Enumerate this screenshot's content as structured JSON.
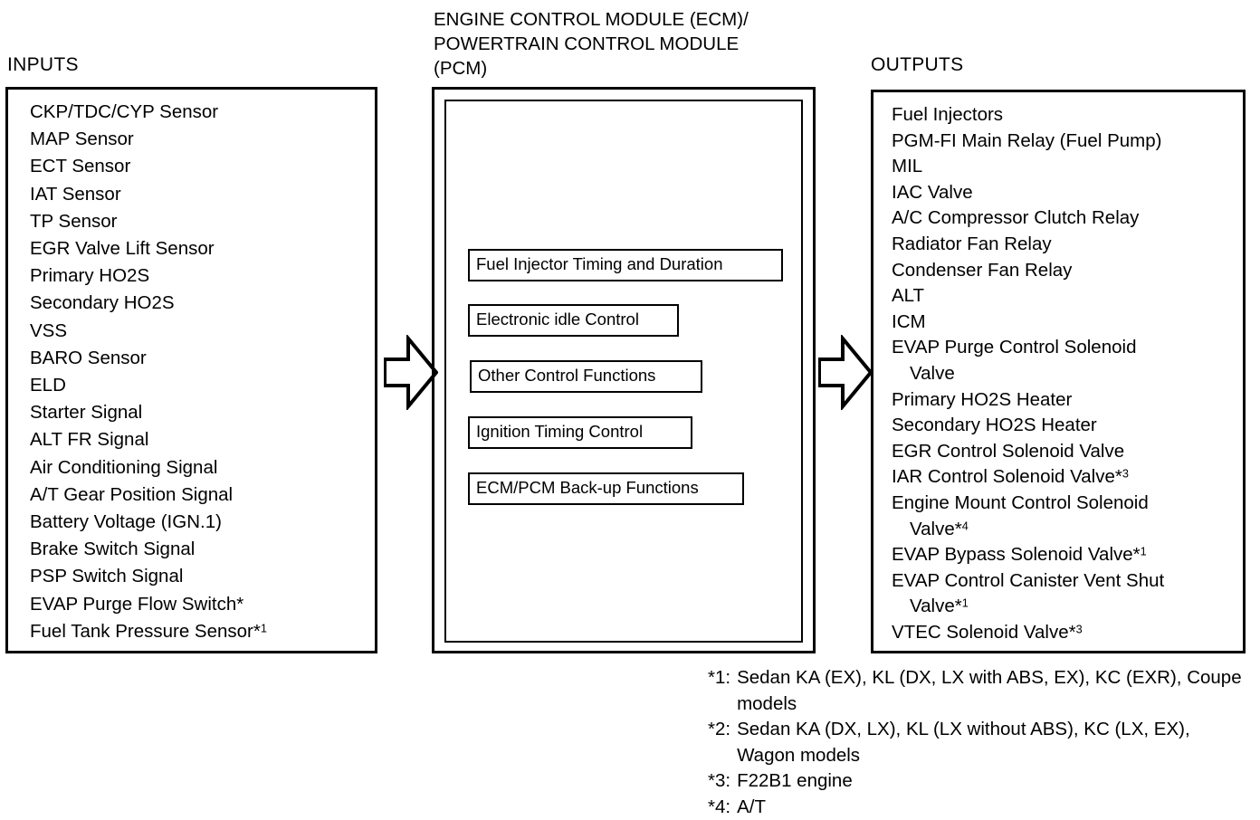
{
  "inputs": {
    "label": "INPUTS",
    "items": [
      "CKP/TDC/CYP Sensor",
      "MAP Sensor",
      "ECT Sensor",
      "IAT Sensor",
      "TP Sensor",
      "EGR Valve Lift Sensor",
      "Primary HO2S",
      "Secondary HO2S",
      "VSS",
      "BARO Sensor",
      "ELD",
      "Starter Signal",
      "ALT FR Signal",
      "Air Conditioning Signal",
      "A/T Gear Position Signal",
      "Battery Voltage (IGN.1)",
      "Brake Switch Signal",
      "PSP Switch Signal",
      "EVAP Purge Flow Switch*",
      "Fuel Tank Pressure Sensor*¹"
    ]
  },
  "ecm": {
    "title_line1": "ENGINE CONTROL MODULE (ECM)/",
    "title_line2": "POWERTRAIN CONTROL MODULE",
    "title_line3": "(PCM)",
    "functions": [
      "Fuel Injector Timing and Duration",
      "Electronic idle Control",
      "Other Control Functions",
      "Ignition Timing Control",
      "ECM/PCM Back-up Functions"
    ]
  },
  "outputs": {
    "label": "OUTPUTS",
    "items": [
      {
        "text": "Fuel Injectors",
        "continuation": false
      },
      {
        "text": "PGM-FI Main Relay (Fuel Pump)",
        "continuation": false
      },
      {
        "text": "MIL",
        "continuation": false
      },
      {
        "text": "IAC Valve",
        "continuation": false
      },
      {
        "text": "A/C Compressor Clutch Relay",
        "continuation": false
      },
      {
        "text": "Radiator Fan Relay",
        "continuation": false
      },
      {
        "text": "Condenser Fan Relay",
        "continuation": false
      },
      {
        "text": "ALT",
        "continuation": false
      },
      {
        "text": "ICM",
        "continuation": false
      },
      {
        "text": "EVAP Purge Control Solenoid",
        "continuation": false
      },
      {
        "text": "Valve",
        "continuation": true
      },
      {
        "text": "Primary HO2S Heater",
        "continuation": false
      },
      {
        "text": "Secondary HO2S Heater",
        "continuation": false
      },
      {
        "text": "EGR Control Solenoid Valve",
        "continuation": false
      },
      {
        "text": "IAR Control Solenoid Valve*³",
        "continuation": false
      },
      {
        "text": "Engine Mount Control Solenoid",
        "continuation": false
      },
      {
        "text": "Valve*⁴",
        "continuation": true
      },
      {
        "text": "EVAP Bypass Solenoid Valve*¹",
        "continuation": false
      },
      {
        "text": "EVAP Control Canister Vent Shut",
        "continuation": false
      },
      {
        "text": "Valve*¹",
        "continuation": true
      },
      {
        "text": "VTEC Solenoid Valve*³",
        "continuation": false
      }
    ]
  },
  "footnotes": [
    {
      "mark": "*1:",
      "text": "Sedan KA (EX), KL (DX, LX with ABS, EX), KC (EXR), Coupe models"
    },
    {
      "mark": "*2:",
      "text": "Sedan KA (DX, LX), KL (LX without ABS), KC (LX, EX), Wagon models"
    },
    {
      "mark": "*3:",
      "text": "F22B1 engine"
    },
    {
      "mark": "*4:",
      "text": "A/T"
    }
  ],
  "arrows": {
    "input_to_ecm": "right-block-arrow",
    "ecm_to_output": "right-block-arrow"
  },
  "colors": {
    "line": "#000000",
    "background": "#ffffff"
  }
}
